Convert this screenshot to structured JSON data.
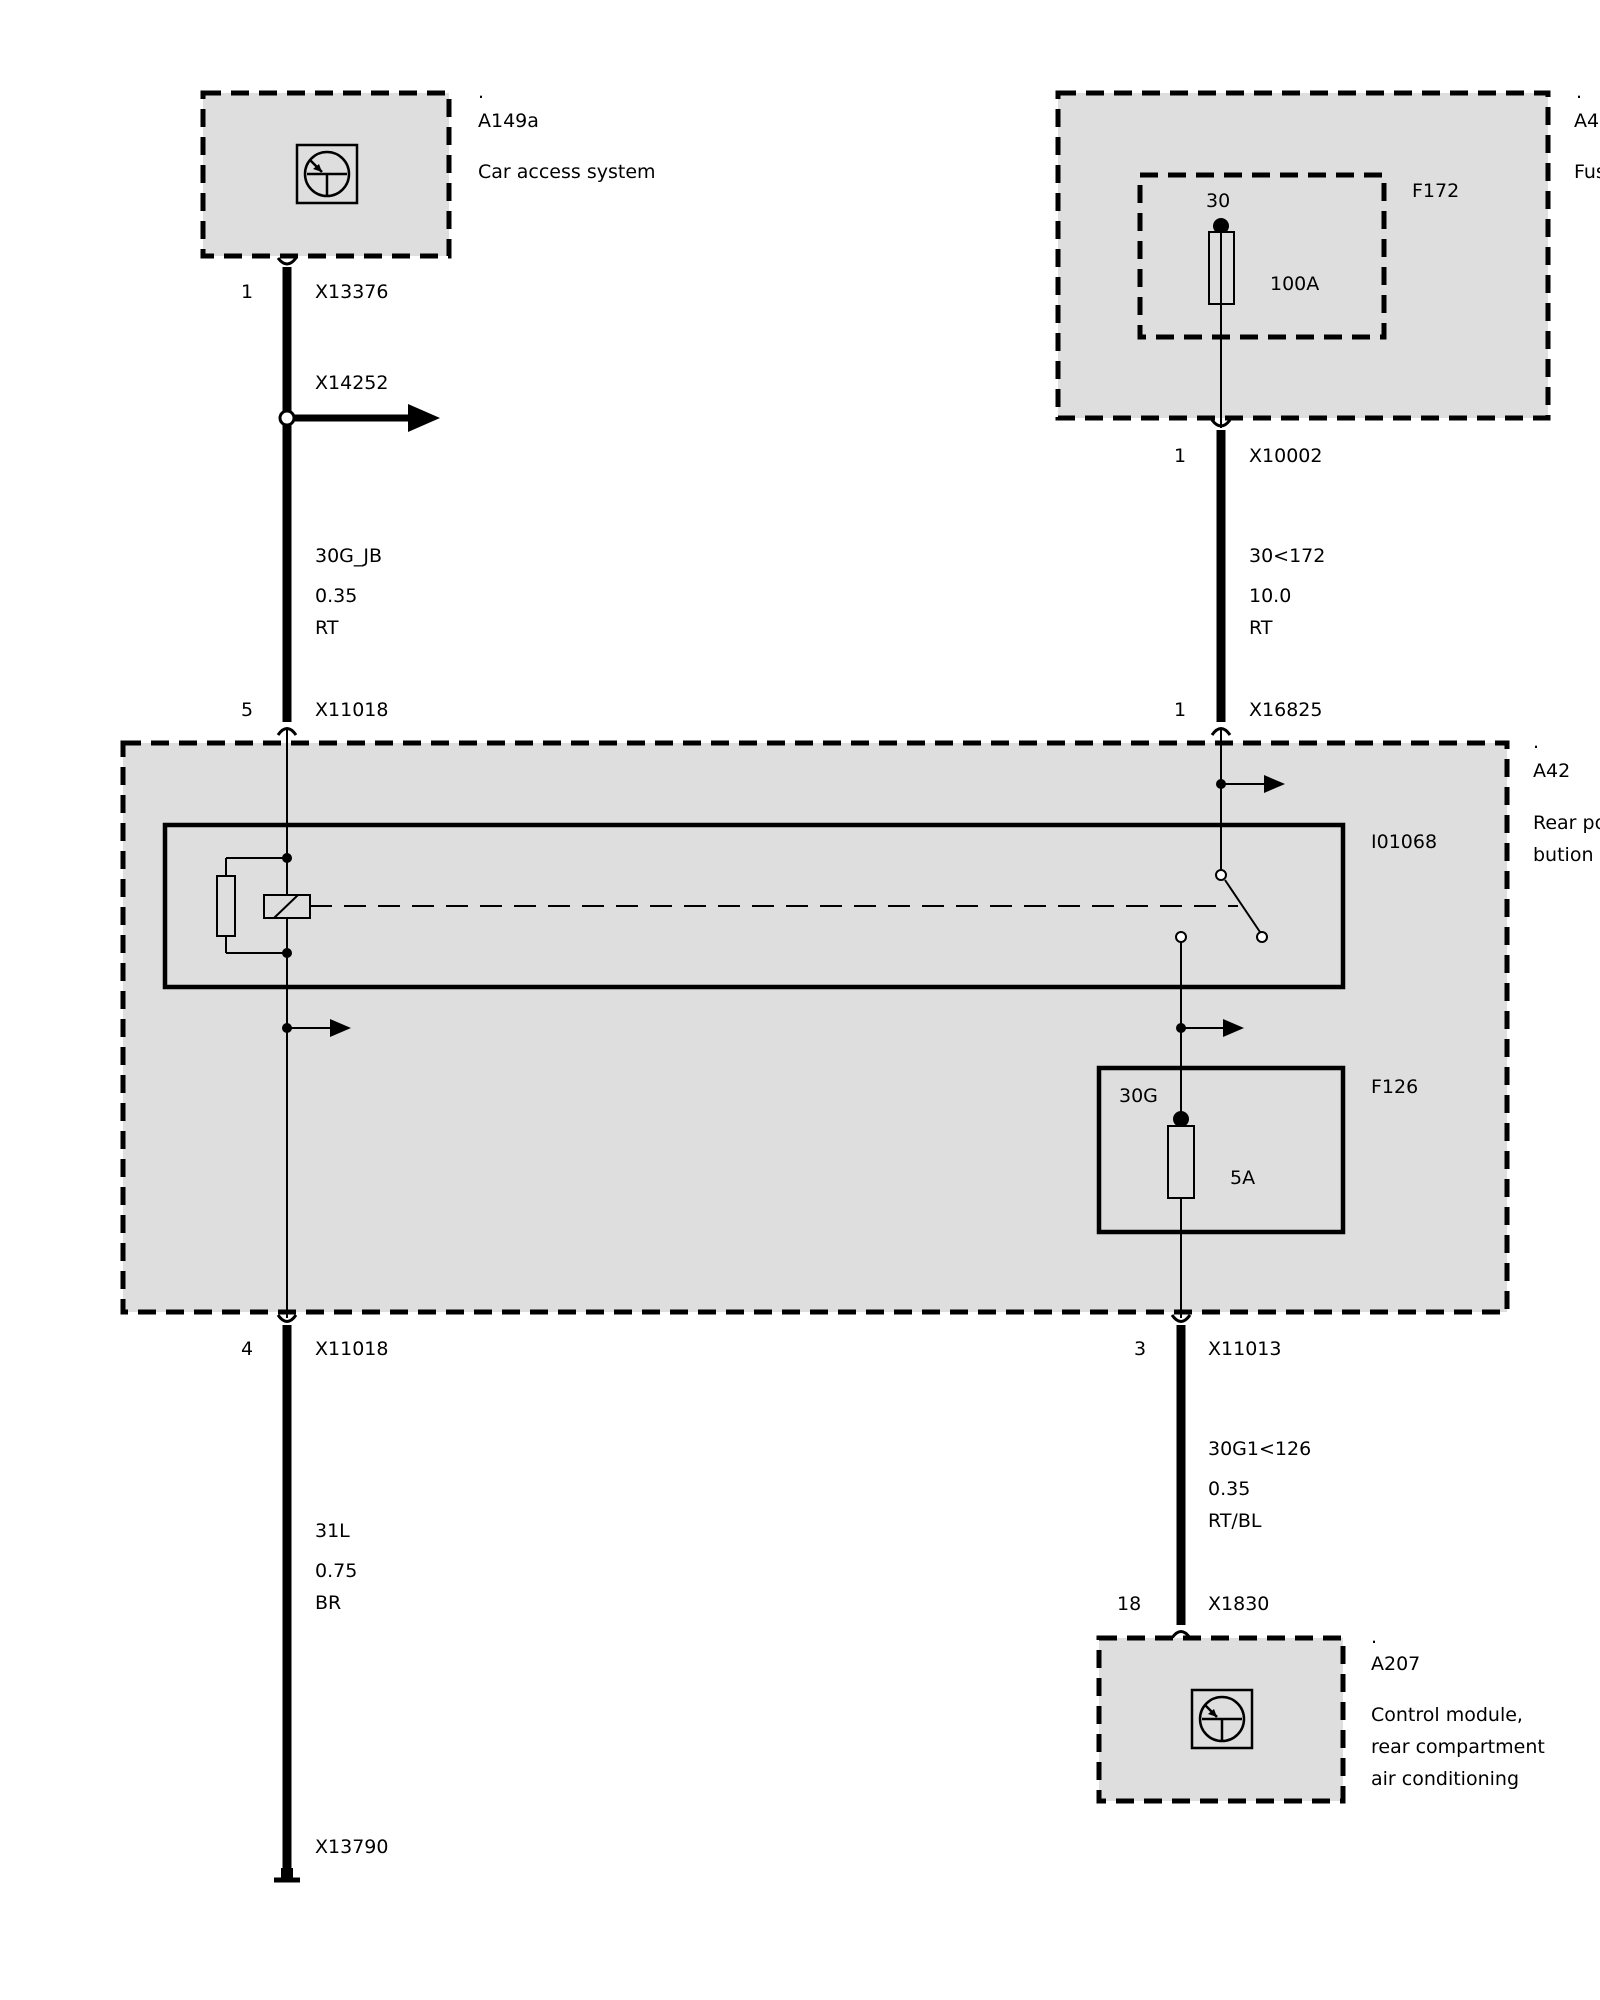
{
  "components": {
    "a149a": {
      "dot": ".",
      "id": "A149a",
      "name": "Car access system",
      "pin": "1",
      "connector": "X13376",
      "icon": "control-unit-icon"
    },
    "a4": {
      "dot": ".",
      "id": "A4",
      "name": "Fus"
    },
    "f172": {
      "id": "F172",
      "terminal": "30",
      "rating": "100A",
      "icon": "fuse-icon"
    },
    "a42": {
      "dot": ".",
      "id": "A42",
      "name_line1": "Rear po",
      "name_line2": "bution b"
    },
    "i01068": {
      "id": "I01068",
      "icon": "relay-icon"
    },
    "f126": {
      "id": "F126",
      "terminal": "30G",
      "rating": "5A",
      "icon": "fuse-icon"
    },
    "a207": {
      "dot": ".",
      "id": "A207",
      "name_line1": "Control module,",
      "name_line2": "rear compartment",
      "name_line3": "air conditioning",
      "icon": "control-unit-icon"
    }
  },
  "connectors": {
    "x14252": "X14252",
    "x10002": {
      "pin": "1",
      "id": "X10002"
    },
    "x11018_top": {
      "pin": "5",
      "id": "X11018"
    },
    "x16825": {
      "pin": "1",
      "id": "X16825"
    },
    "x11018_bottom": {
      "pin": "4",
      "id": "X11018"
    },
    "x11013": {
      "pin": "3",
      "id": "X11013"
    },
    "x1830": {
      "pin": "18",
      "id": "X1830"
    },
    "x13790": "X13790"
  },
  "wires": {
    "w_30g_jb": {
      "signal": "30G_JB",
      "gauge": "0.35",
      "color": "RT"
    },
    "w_30_172": {
      "signal": "30<172",
      "gauge": "10.0",
      "color": "RT"
    },
    "w_31l": {
      "signal": "31L",
      "gauge": "0.75",
      "color": "BR"
    },
    "w_30g1_126": {
      "signal": "30G1<126",
      "gauge": "0.35",
      "color": "RT/BL"
    }
  }
}
